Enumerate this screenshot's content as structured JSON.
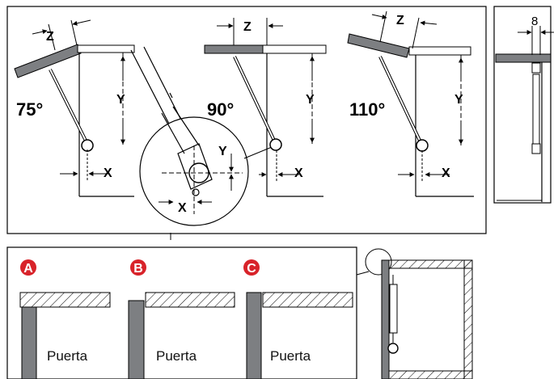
{
  "top": {
    "angles": {
      "a75": "75°",
      "a90": "90°",
      "a110": "110°"
    },
    "dims": {
      "z": "Z",
      "y": "Y",
      "x": "X",
      "side_width": "8"
    }
  },
  "bottom": {
    "variants": [
      {
        "badge": "A",
        "door_label": "Puerta"
      },
      {
        "badge": "B",
        "door_label": "Puerta"
      },
      {
        "badge": "C",
        "door_label": "Puerta"
      }
    ]
  },
  "colors": {
    "gray_panel": "#7d7f82",
    "badge_red": "#d8232a",
    "line": "#000000"
  }
}
